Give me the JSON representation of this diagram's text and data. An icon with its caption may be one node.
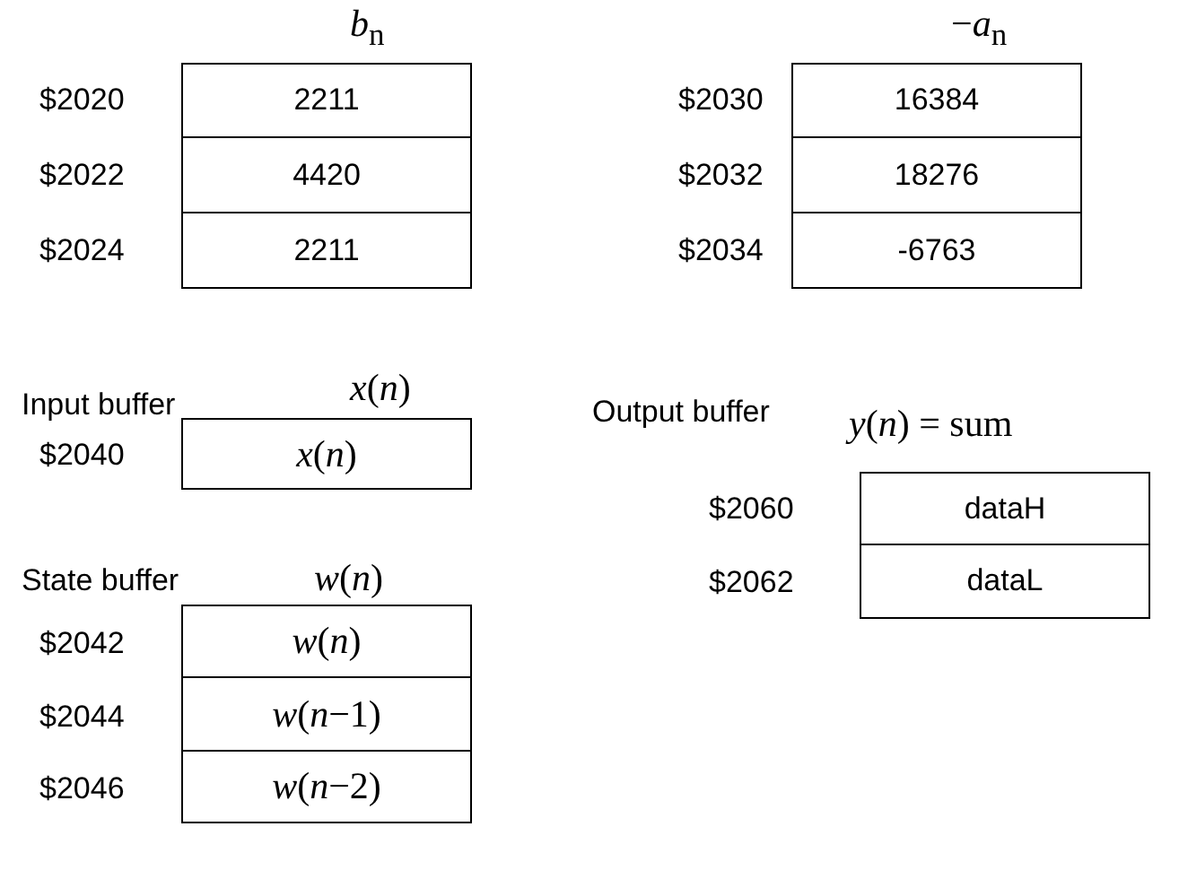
{
  "diagram": {
    "nodes": [
      {
        "text": [
          "2211"
        ]
      },
      {
        "text": [
          "4420"
        ]
      },
      {
        "text": [
          "2211"
        ]
      },
      {
        "text": [
          "16384"
        ]
      },
      {
        "text": [
          "18276"
        ]
      },
      {
        "text": [
          "-6763"
        ]
      },
      {
        "text": [
          "*x*(*n*)"
        ]
      },
      {
        "text": [
          "dataH"
        ]
      },
      {
        "text": [
          "dataL"
        ]
      },
      {
        "text": [
          "*w*(*n*)"
        ]
      },
      {
        "text": [
          "*w*(*n*−1)"
        ]
      },
      {
        "text": [
          "*w*(*n*−2)"
        ]
      }
    ],
    "labels": [
      "*b*$_{n}$",
      "−*a*$_{n}$",
      "$2020",
      "$2030",
      "$2022",
      "$2032",
      "$2024",
      "$2034",
      "Input buffer",
      "*x*(*n*)",
      "Output buffer",
      "*y*(*n*) = sum",
      "$2040",
      "$2060",
      "State buffer",
      "*w*(*n*)",
      "$2062",
      "$2042",
      "$2044",
      "$2046"
    ]
  }
}
